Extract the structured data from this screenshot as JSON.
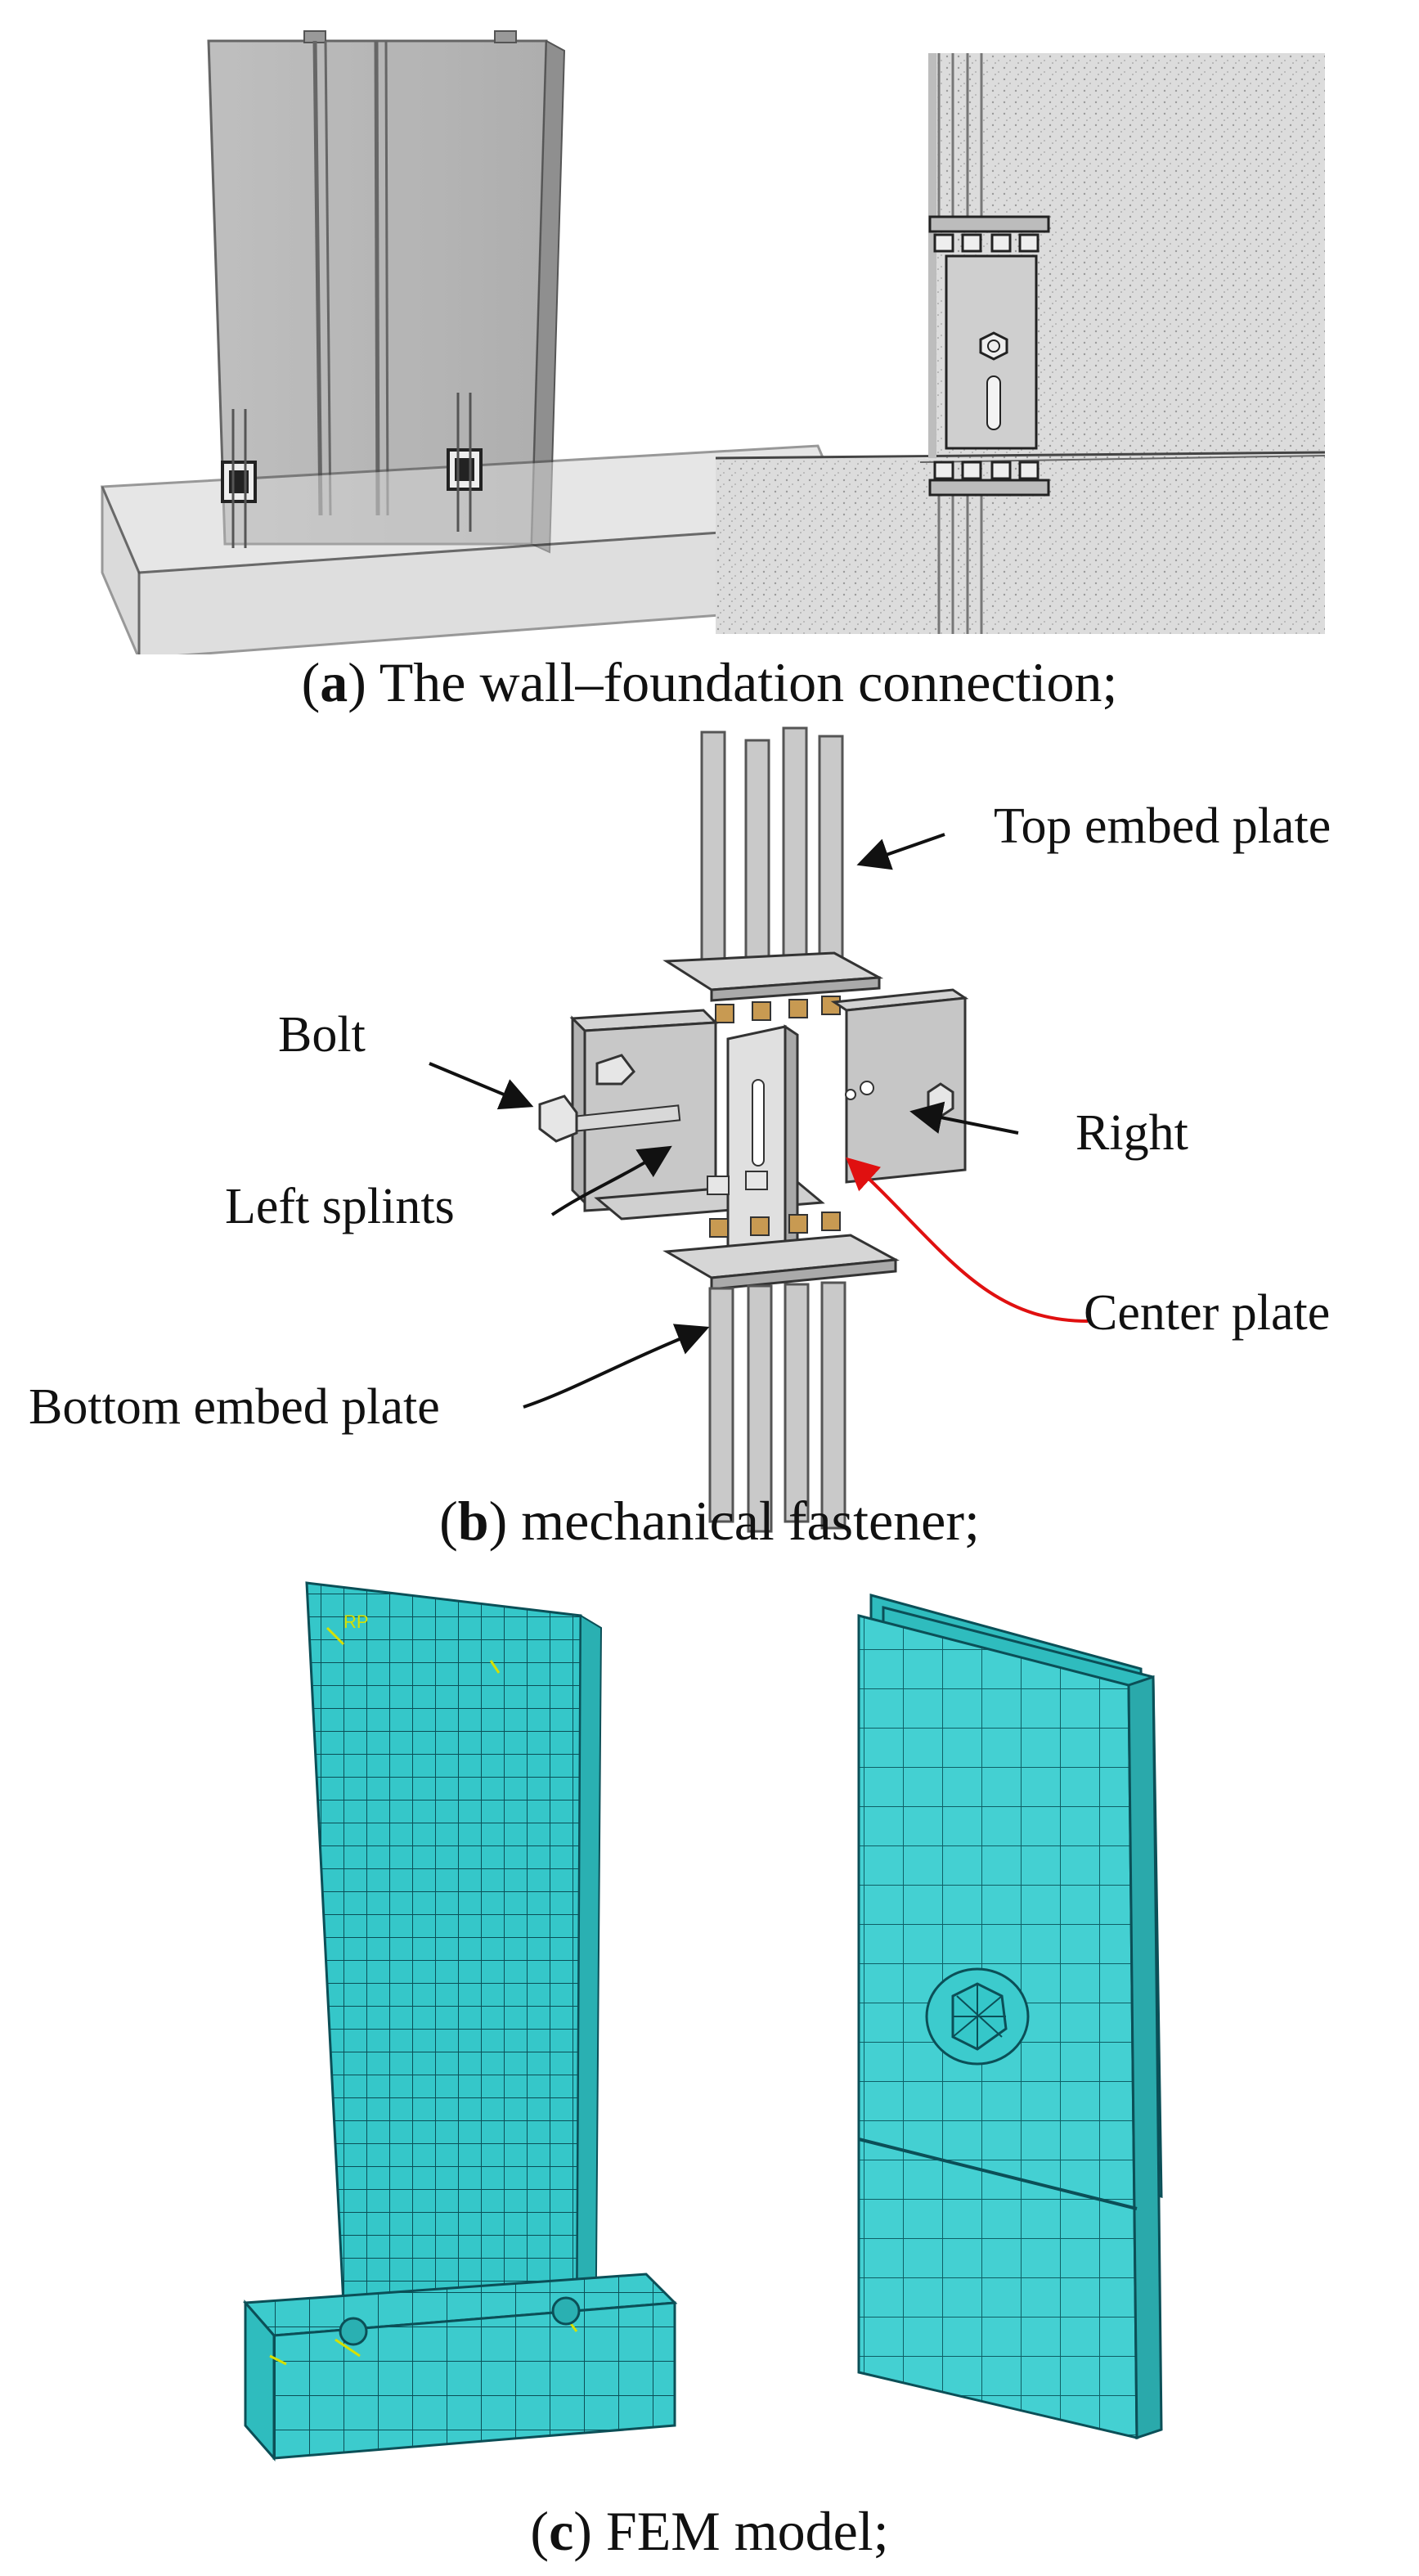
{
  "captions": {
    "a": {
      "letter": "a",
      "text": "The wall–foundation connection;"
    },
    "b": {
      "letter": "b",
      "text": "mechanical fastener;"
    },
    "c": {
      "letter": "c",
      "text": "FEM model;"
    }
  },
  "callouts": {
    "top_embed_plate": "Top embed plate",
    "bolt": "Bolt",
    "right": "Right",
    "left_splints": "Left splints",
    "center_plate": "Center plate",
    "bottom_embed_plate": "Bottom embed plate"
  },
  "fem_marker": "RP",
  "colors": {
    "mesh_fill": "#35c7c9",
    "mesh_line": "#0b4f57",
    "concrete": "#d9d9d9",
    "wall_glass": "#bfbfbf",
    "arrow_red": "#e01010",
    "nut": "#c89a52"
  }
}
